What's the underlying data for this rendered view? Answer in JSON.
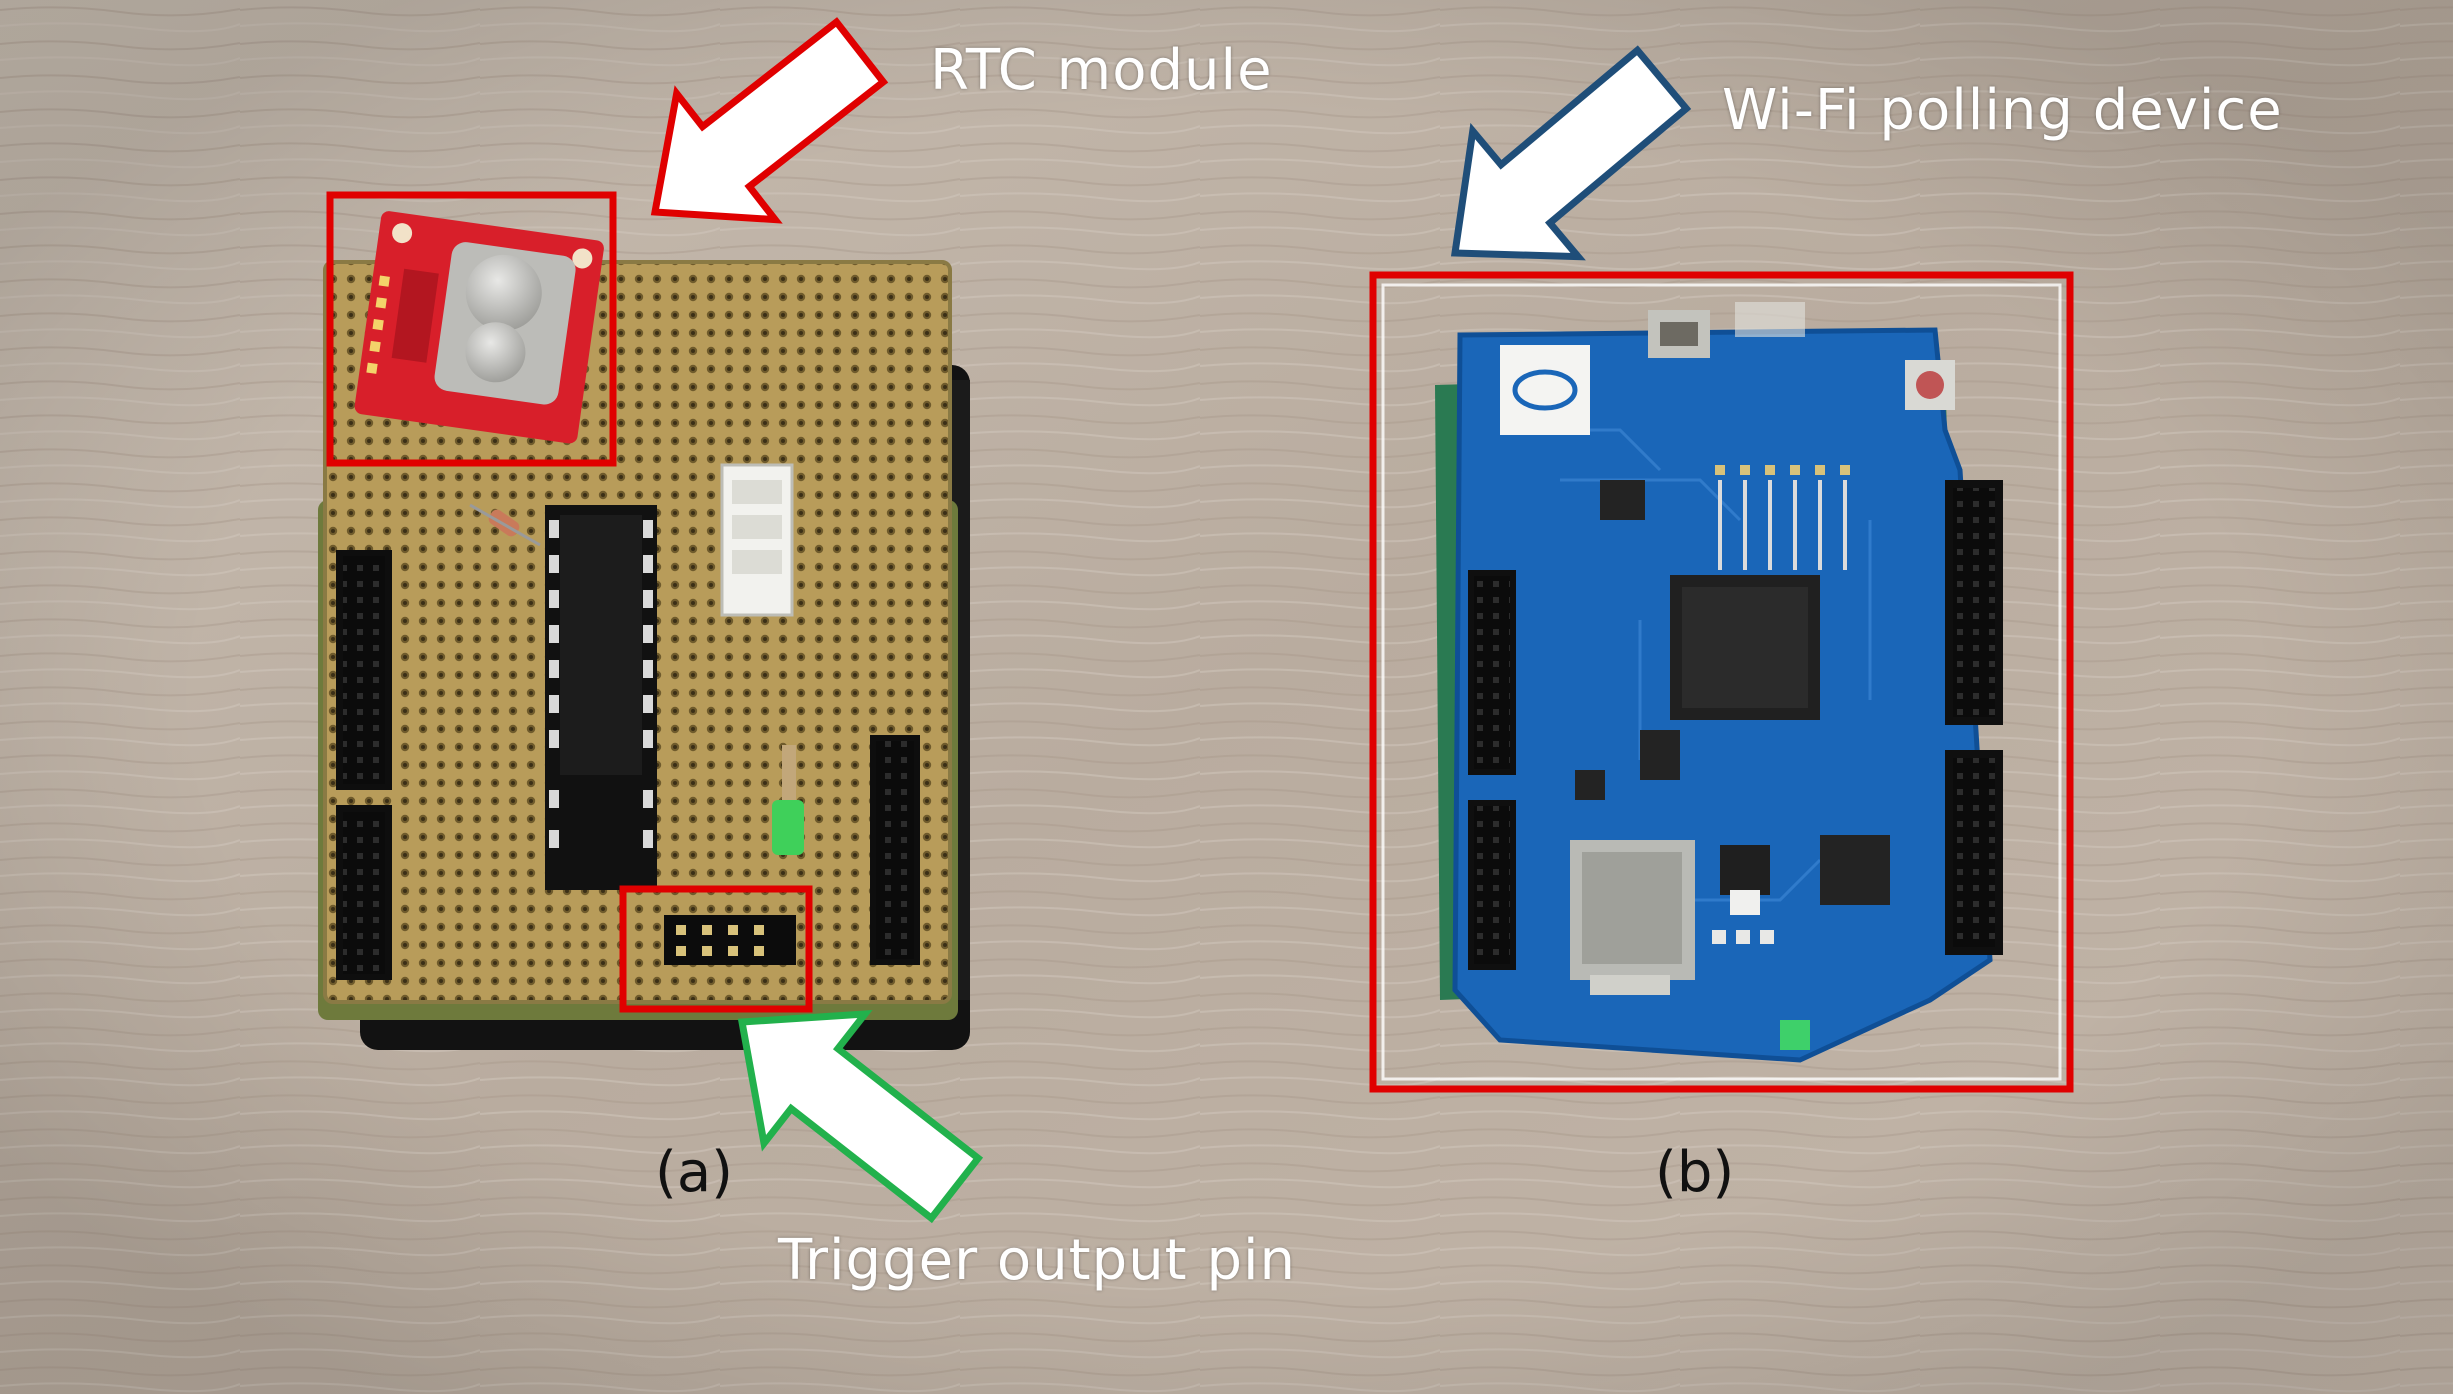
{
  "annotations": {
    "rtc": "RTC module",
    "wifi": "Wi-Fi polling device",
    "trigger": "Trigger output pin"
  },
  "panels": {
    "a": "(a)",
    "b": "(b)"
  },
  "colors": {
    "highlight_box": "#e00000",
    "arrow_red_outline": "#e00000",
    "arrow_blue_outline": "#1f4e79",
    "arrow_green_outline": "#22b14c",
    "arrow_fill": "#ffffff",
    "background_wood": "#bfb3a6",
    "protoboard": "#b59a58",
    "arduino_blue": "#1a66b8",
    "rtc_red": "#d81f2a"
  },
  "icons": {
    "rtc_arrow": "arrow-icon",
    "wifi_arrow": "arrow-icon",
    "trigger_arrow": "arrow-icon"
  }
}
